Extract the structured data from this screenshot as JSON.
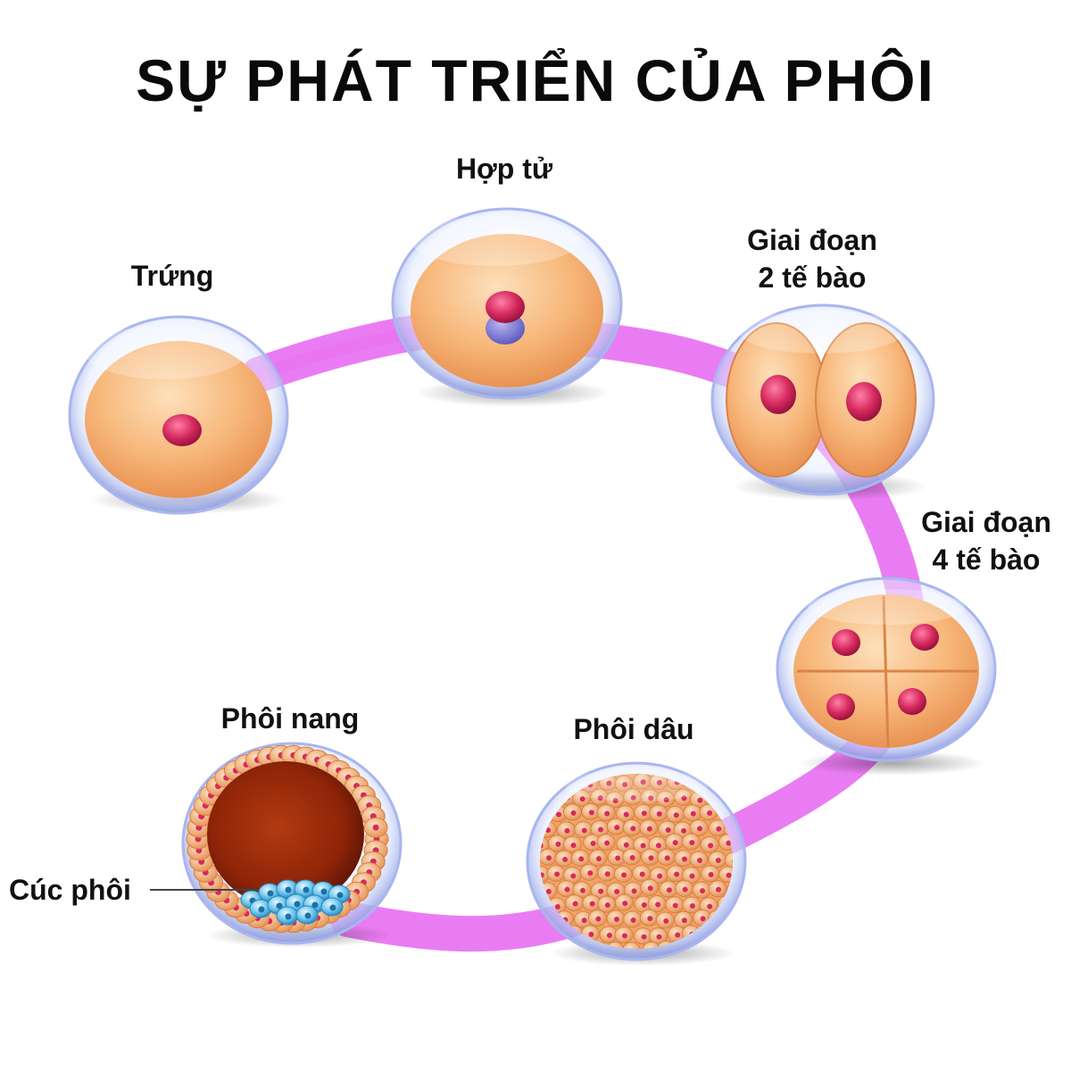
{
  "title": "SỰ PHÁT TRIỂN CỦA PHÔI",
  "stages": {
    "egg": "Trứng",
    "zygote": "Hợp tử",
    "two_cell_line1": "Giai đoạn",
    "two_cell_line2": "2 tế bào",
    "four_cell_line1": "Giai đoạn",
    "four_cell_line2": "4 tế bào",
    "morula": "Phôi dâu",
    "blastocyst": "Phôi nang"
  },
  "annotation": {
    "inner_cell_mass": "Cúc phôi"
  },
  "colors": {
    "ring": "#e975f2",
    "cytoplasm": "#f7b77a",
    "nucleus": "#d62a5e",
    "membrane": "#b7c4f2",
    "blastocoel": "#a3280e",
    "inner_cells": "#6fc6ec"
  }
}
